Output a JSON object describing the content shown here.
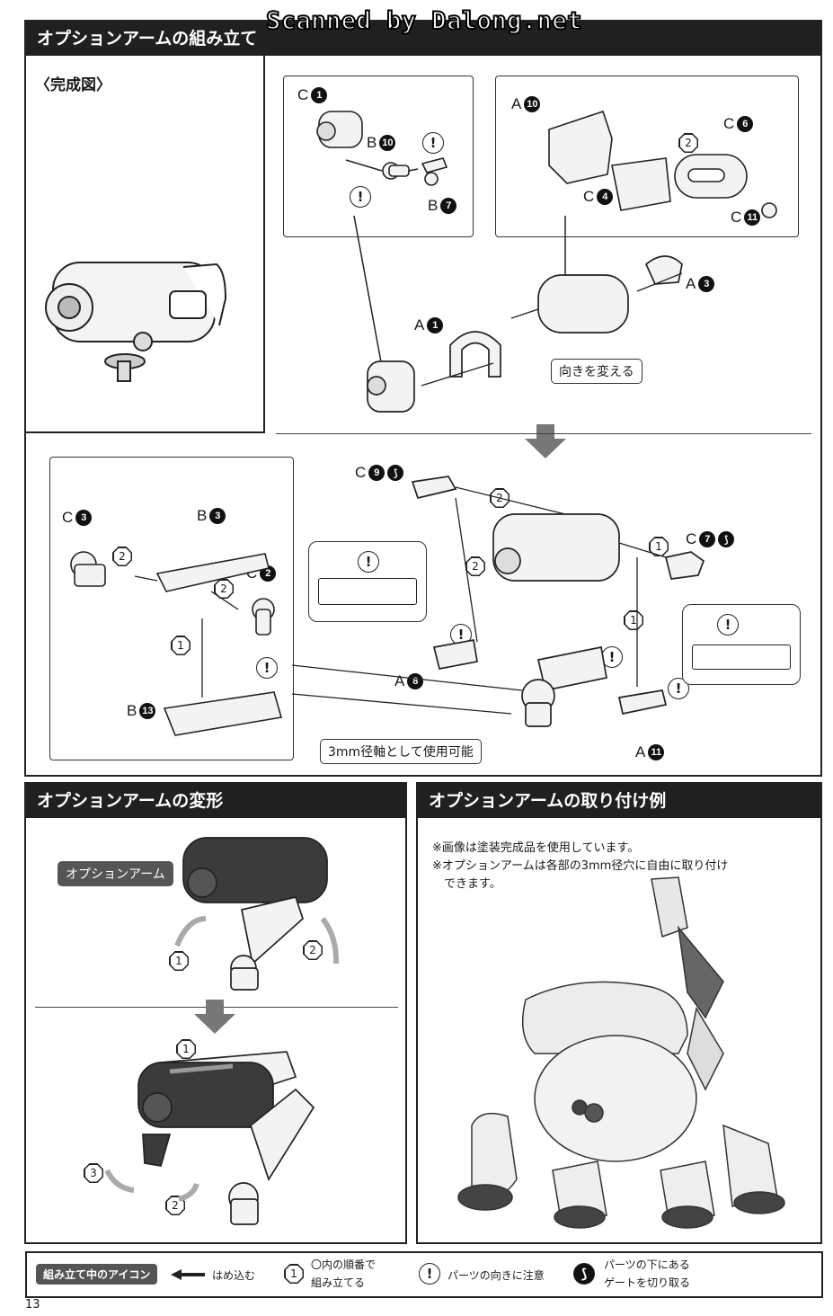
{
  "scan_credit": "Scanned by Dalong.net",
  "assembly": {
    "title": "オプションアームの組み立て",
    "completed_label": "〈完成図〉",
    "parts": {
      "c1_top": {
        "letter": "C",
        "num": "1"
      },
      "b10": {
        "letter": "B",
        "num": "10"
      },
      "b7": {
        "letter": "B",
        "num": "7"
      },
      "a10": {
        "letter": "A",
        "num": "10"
      },
      "c6": {
        "letter": "C",
        "num": "6"
      },
      "c4": {
        "letter": "C",
        "num": "4"
      },
      "c11": {
        "letter": "C",
        "num": "11"
      },
      "a3": {
        "letter": "A",
        "num": "3"
      },
      "a1": {
        "letter": "A",
        "num": "1"
      },
      "c9": {
        "letter": "C",
        "num": "9"
      },
      "c7": {
        "letter": "C",
        "num": "7"
      },
      "c3": {
        "letter": "C",
        "num": "3"
      },
      "b3": {
        "letter": "B",
        "num": "3"
      },
      "c2": {
        "letter": "C",
        "num": "2"
      },
      "b13": {
        "letter": "B",
        "num": "13"
      },
      "a8": {
        "letter": "A",
        "num": "8"
      },
      "a11": {
        "letter": "A",
        "num": "11"
      }
    },
    "callout_turn": "向きを変える",
    "callout_axis": "3mm径軸として使用可能",
    "step_1": "1",
    "step_2": "2",
    "caution": "!"
  },
  "transform": {
    "title": "オプションアームの変形",
    "tag": "オプションアーム"
  },
  "example": {
    "title": "オプションアームの取り付け例",
    "note1": "※画像は塗装完成品を使用しています。",
    "note2": "※オプションアームは各部の3mm径穴に自由に取り付け",
    "note3": "できます。"
  },
  "legend": {
    "tag": "組み立て中のアイコン",
    "insert": "はめ込む",
    "order_line1": "〇内の順番で",
    "order_line2": "組み立てる",
    "direction": "パーツの向きに注意",
    "gate_line1": "パーツの下にある",
    "gate_line2": "ゲートを切り取る"
  },
  "page_number": "13"
}
